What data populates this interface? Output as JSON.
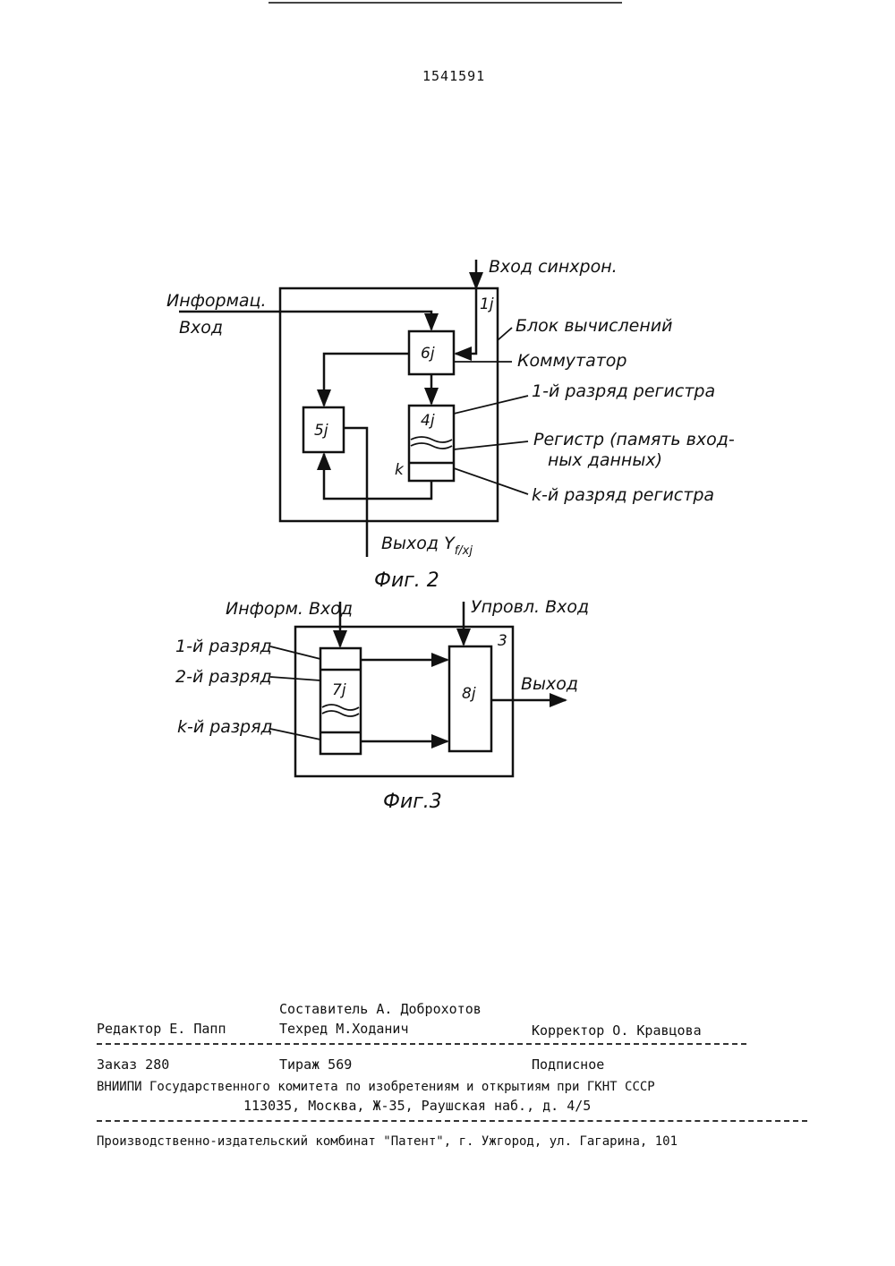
{
  "header": {
    "patent_number": "1541591"
  },
  "figure2": {
    "caption": "Фиг. 2",
    "labels": {
      "sync_input": "Вход синхрон.",
      "info_input_line1": "Информац.",
      "info_input_line2": "Вход",
      "block_ref": "1j",
      "compute_block": "Блок вычислений",
      "switch": "Коммутатор",
      "reg_first_bit": "1-й разряд регистра",
      "register_line1": "Регистр (память вход-",
      "register_line2": "ных данных)",
      "reg_k_bit": "k-й разряд регистра",
      "k_mark": "k",
      "output": "Выход Y",
      "output_subscript": "f/xj"
    },
    "blocks": {
      "b6": "6j",
      "b5": "5j",
      "b4": "4j"
    }
  },
  "figure3": {
    "caption": "Фиг.3",
    "labels": {
      "info_input": "Информ. Вход",
      "control_input": "Упровл. Вход",
      "bit1": "1-й разряд",
      "bit2": "2-й разряд",
      "bitk": "k-й разряд",
      "block_ref": "3",
      "output": "Выход"
    },
    "blocks": {
      "b7": "7j",
      "b8": "8j"
    }
  },
  "imprint": {
    "compiler": "Составитель А. Доброхотов",
    "editor": "Редактор Е. Папп",
    "techred": "Техред М.Ходанич",
    "corrector": "Корректор О. Кравцова",
    "order": "Заказ 280",
    "circulation": "Тираж 569",
    "subscription": "Подписное",
    "vniipi": "ВНИИПИ Государственного комитета по изобретениям и открытиям при ГКНТ СССР",
    "address": "113035, Москва, Ж-35, Раушская наб., д. 4/5",
    "plant": "Производственно-издательский комбинат \"Патент\", г. Ужгород, ул. Гагарина, 101"
  }
}
